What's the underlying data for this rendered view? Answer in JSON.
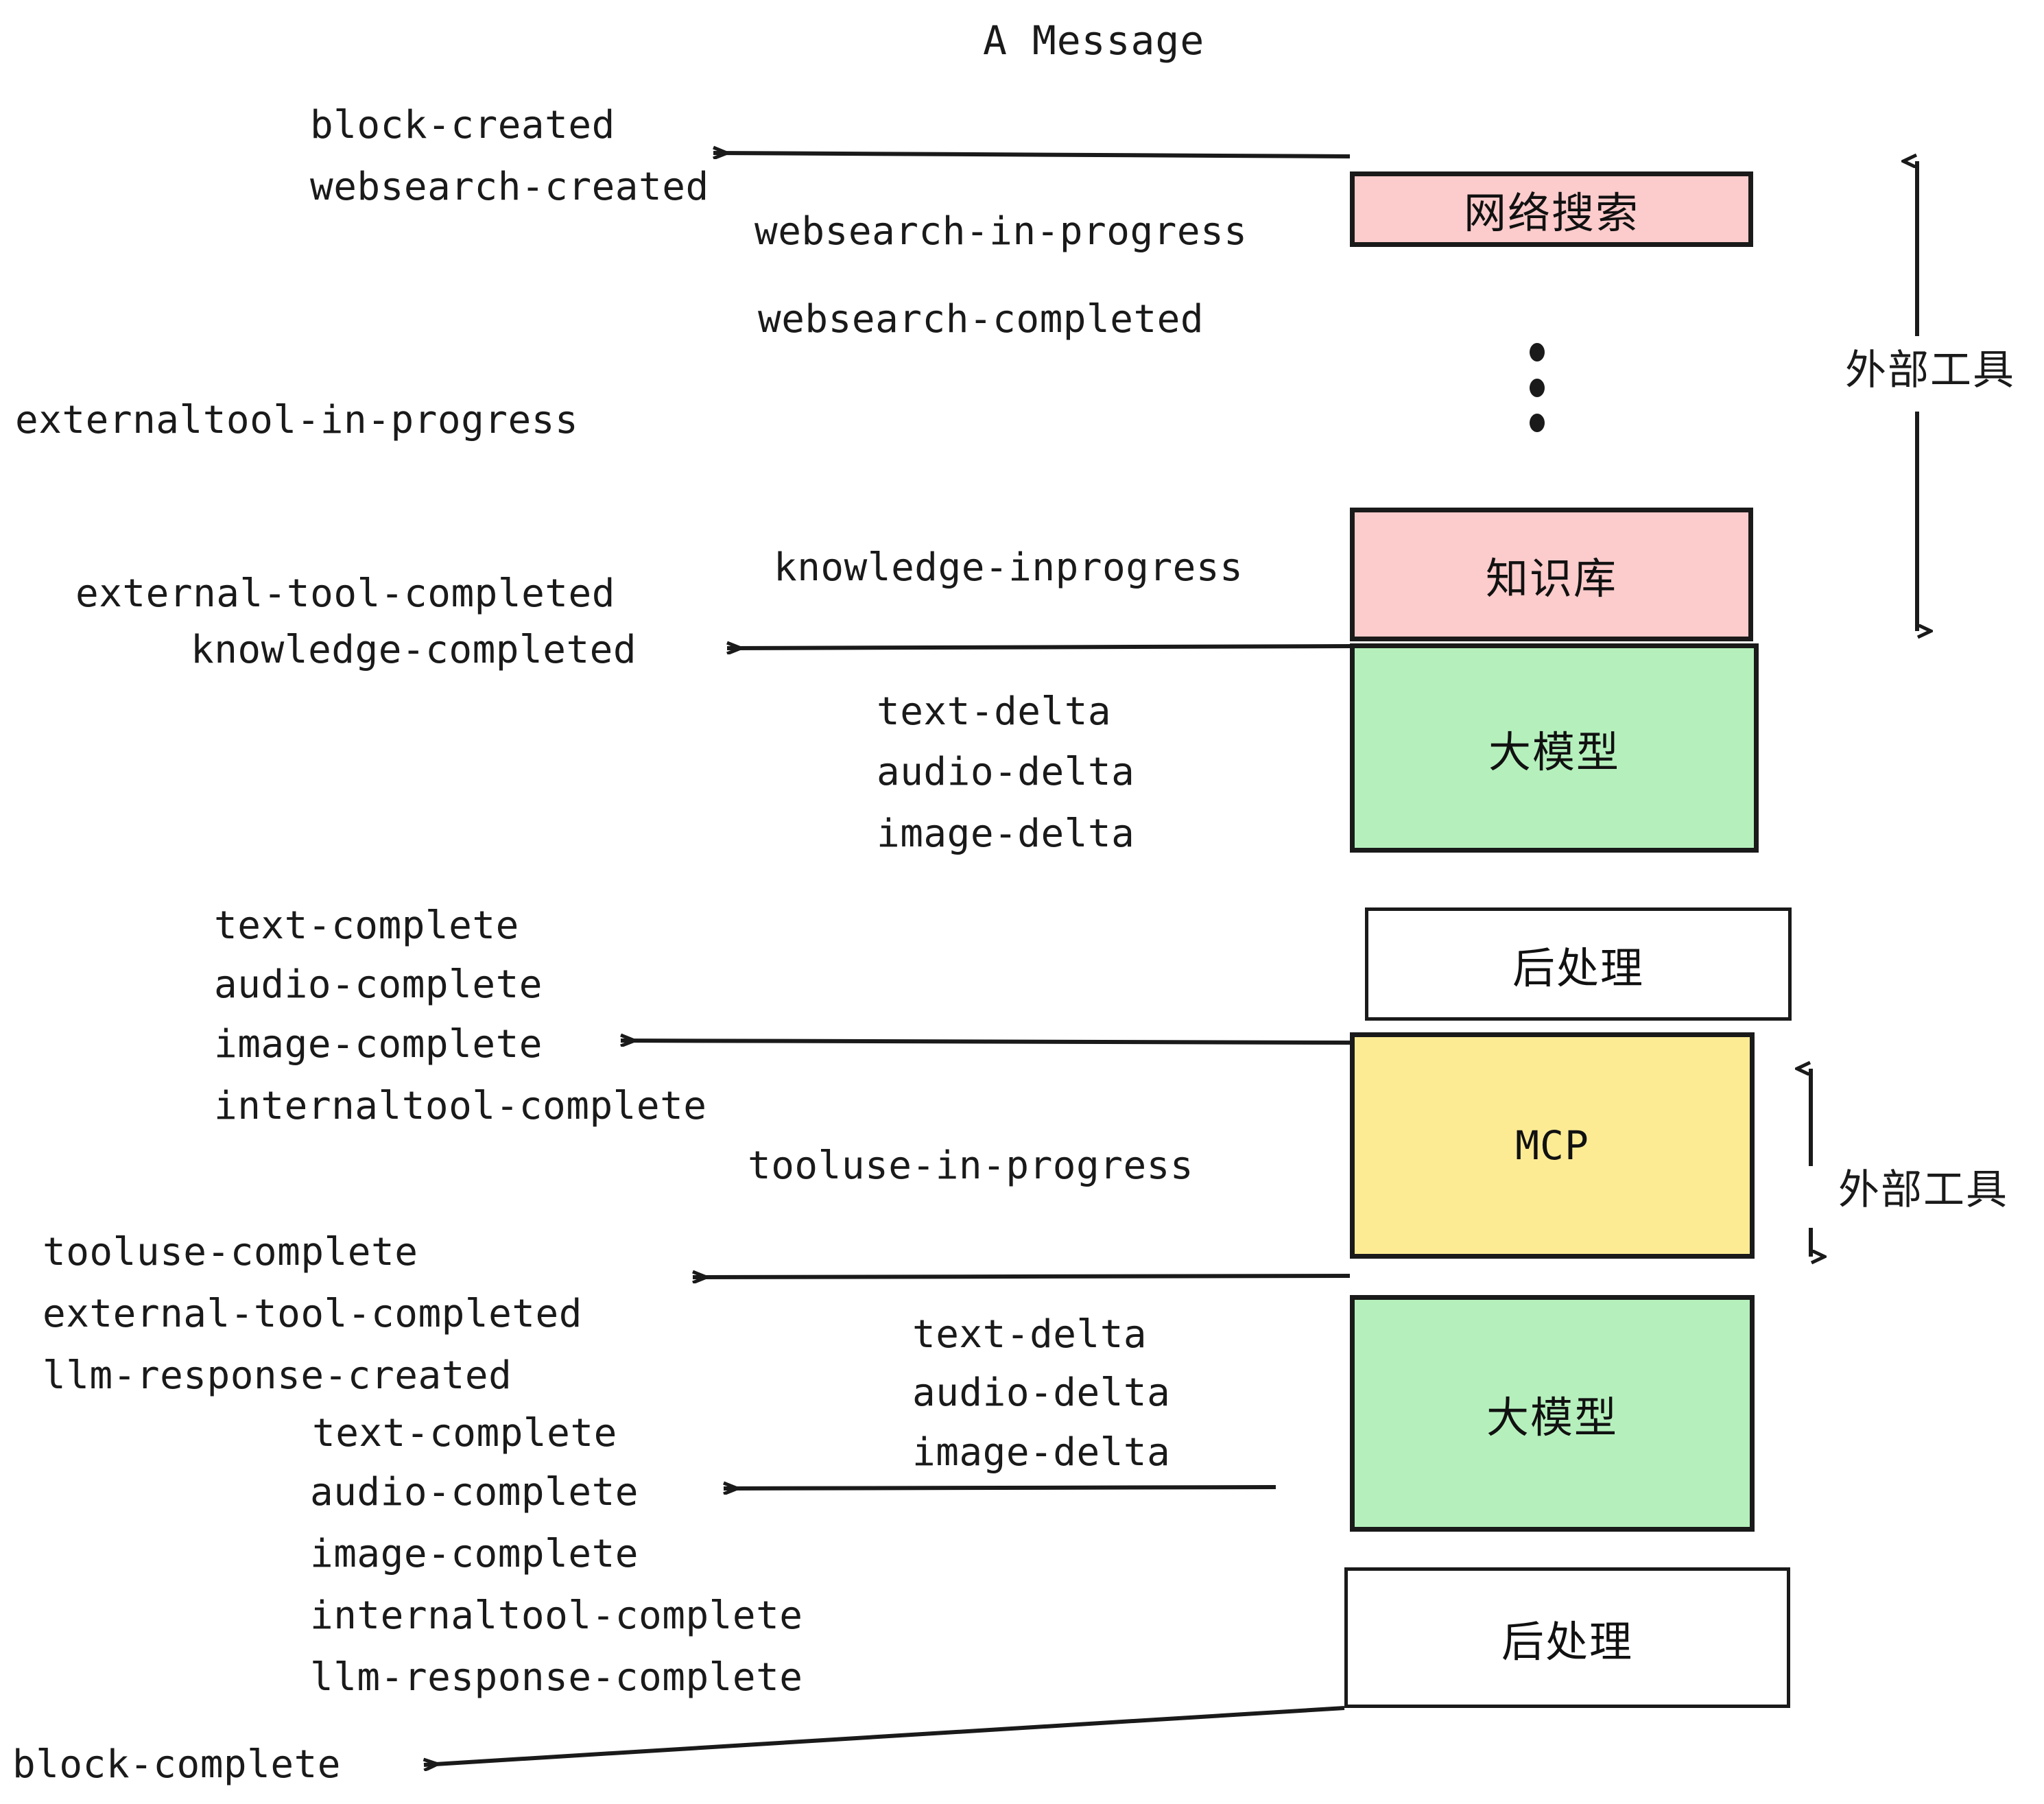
{
  "diagram": {
    "title": "A Message",
    "background": "#ffffff",
    "stroke_color": "#1a1a1a",
    "colors": {
      "pink": "#FCCBCB",
      "green": "#B5F0BC",
      "yellow": "#FDEB94",
      "white": "#ffffff"
    }
  },
  "nodes": [
    {
      "id": "websearch",
      "label": "网络搜索",
      "fill": "#FCCBCB"
    },
    {
      "id": "knowledge",
      "label": "知识库",
      "fill": "#FCCBCB"
    },
    {
      "id": "llm1",
      "label": "大模型",
      "fill": "#B5F0BC"
    },
    {
      "id": "postprocess1",
      "label": "后处理",
      "fill": "#ffffff"
    },
    {
      "id": "mcp",
      "label": "MCP",
      "fill": "#FDEB94"
    },
    {
      "id": "llm2",
      "label": "大模型",
      "fill": "#B5F0BC"
    },
    {
      "id": "postprocess2",
      "label": "后处理",
      "fill": "#ffffff"
    }
  ],
  "side_labels": [
    {
      "id": "external-tools-top",
      "label": "外部工具"
    },
    {
      "id": "external-tools-bottom",
      "label": "外部工具"
    }
  ],
  "events": [
    {
      "id": "block-created",
      "text": "block-created"
    },
    {
      "id": "websearch-created",
      "text": "websearch-created"
    },
    {
      "id": "websearch-in-progress",
      "text": "websearch-in-progress"
    },
    {
      "id": "websearch-completed",
      "text": "websearch-completed"
    },
    {
      "id": "externaltool-in-progress",
      "text": "externaltool-in-progress"
    },
    {
      "id": "knowledge-inprogress",
      "text": "knowledge-inprogress"
    },
    {
      "id": "external-tool-completed-1",
      "text": "external-tool-completed"
    },
    {
      "id": "knowledge-completed",
      "text": "knowledge-completed"
    },
    {
      "id": "text-delta-1",
      "text": "text-delta"
    },
    {
      "id": "audio-delta-1",
      "text": "audio-delta"
    },
    {
      "id": "image-delta-1",
      "text": "image-delta"
    },
    {
      "id": "text-complete-1",
      "text": "text-complete"
    },
    {
      "id": "audio-complete-1",
      "text": "audio-complete"
    },
    {
      "id": "image-complete-1",
      "text": "image-complete"
    },
    {
      "id": "internaltool-complete-1",
      "text": "internaltool-complete"
    },
    {
      "id": "tooluse-in-progress",
      "text": "tooluse-in-progress"
    },
    {
      "id": "tooluse-complete",
      "text": "tooluse-complete"
    },
    {
      "id": "external-tool-completed-2",
      "text": "external-tool-completed"
    },
    {
      "id": "llm-response-created",
      "text": "llm-response-created"
    },
    {
      "id": "text-delta-2",
      "text": "text-delta"
    },
    {
      "id": "audio-delta-2",
      "text": "audio-delta"
    },
    {
      "id": "image-delta-2",
      "text": "image-delta"
    },
    {
      "id": "text-complete-2",
      "text": "text-complete"
    },
    {
      "id": "audio-complete-2",
      "text": "audio-complete"
    },
    {
      "id": "image-complete-2",
      "text": "image-complete"
    },
    {
      "id": "internaltool-complete-2",
      "text": "internaltool-complete"
    },
    {
      "id": "llm-response-complete",
      "text": "llm-response-complete"
    },
    {
      "id": "block-complete",
      "text": "block-complete"
    }
  ]
}
